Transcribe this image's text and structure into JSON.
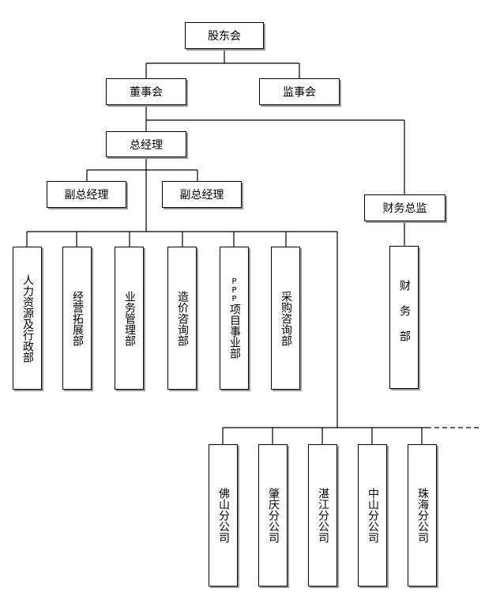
{
  "top": {
    "shareholders": "股东会",
    "board": "董事会",
    "supervisors": "监事会",
    "gm": "总经理",
    "deputy_gm_1": "副总经理",
    "deputy_gm_2": "副总经理",
    "cfo": "财务总监"
  },
  "departments": [
    {
      "label": "人力资源及行政部"
    },
    {
      "label": "经营拓展部"
    },
    {
      "label": "业务管理部"
    },
    {
      "label": "造价咨询部"
    },
    {
      "prefix": "PPP",
      "label": "项目事业部"
    },
    {
      "label": "采购咨询部"
    }
  ],
  "finance_dept": "财务部",
  "branches": [
    {
      "label": "佛山分公司"
    },
    {
      "label": "肇庆分公司"
    },
    {
      "label": "湛江分公司"
    },
    {
      "label": "中山分公司"
    },
    {
      "label": "珠海分公司"
    }
  ]
}
